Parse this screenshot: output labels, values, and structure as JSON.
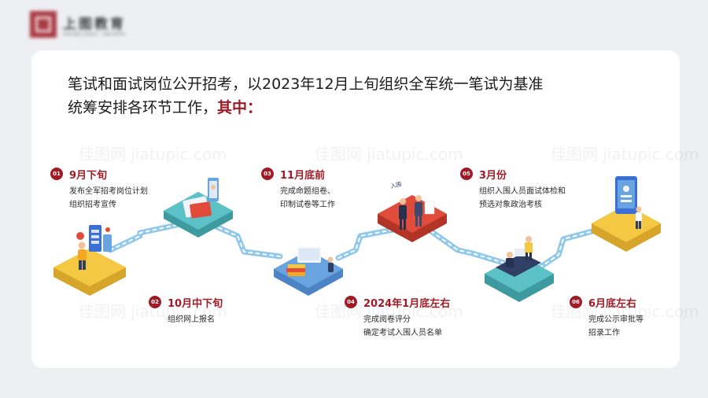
{
  "logo": {
    "name": "上图教育",
    "sub": "shangtu jiaoyu · education"
  },
  "intro": {
    "line1": "笔试和面试岗位公开招考，以2023年12月上旬组织全军统一笔试为基准",
    "line2_prefix": "统筹安排各环节工作，",
    "line2_highlight": "其中："
  },
  "watermark": "佳图网 jiatupic.com",
  "steps": [
    {
      "num": "01",
      "title": "9月下旬",
      "line1": "发布全军招考岗位计划",
      "line2": "组织招考宣传"
    },
    {
      "num": "02",
      "title": "10月中下旬",
      "line1": "组织网上报名",
      "line2": ""
    },
    {
      "num": "03",
      "title": "11月底前",
      "line1": "完成命题组卷、",
      "line2": "印制试卷等工作"
    },
    {
      "num": "04",
      "title": "2024年1月底左右",
      "line1": "完成阅卷评分",
      "line2": "确定考试入围人员名单"
    },
    {
      "num": "05",
      "title": "3月份",
      "line1": "组织入围人员面试体检和",
      "line2": "预选对象政治考核"
    },
    {
      "num": "06",
      "title": "6月底左右",
      "line1": "完成公示审批等",
      "line2": "招录工作"
    }
  ],
  "illustrations": {
    "stage3_sign": "入围"
  },
  "colors": {
    "accent": "#a11b26",
    "pipe": "#8fc8ec",
    "tile_yellow": "#f5c843",
    "tile_teal": "#5cc2c8",
    "tile_blue": "#6aa4e0",
    "tile_red": "#e14b3a"
  }
}
